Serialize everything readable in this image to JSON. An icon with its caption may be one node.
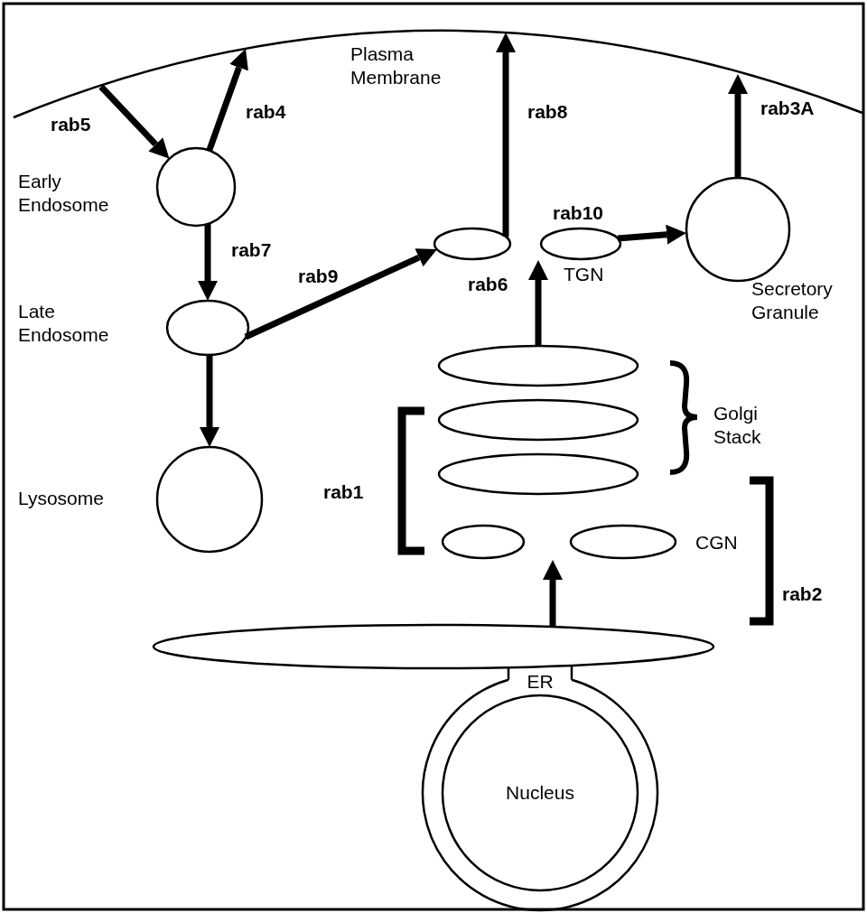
{
  "diagram": {
    "nodes": [
      {
        "text": [
          "Plasma Membrane"
        ]
      },
      {
        "text": [
          "Early Endosome"
        ]
      },
      {
        "text": [
          "Late Endosome"
        ]
      },
      {
        "text": [
          "Lysosome"
        ]
      },
      {
        "text": [
          "TGN"
        ]
      },
      {
        "text": [
          "Secretory Granule"
        ]
      },
      {
        "text": [
          "Golgi Stack"
        ]
      },
      {
        "text": [
          "CGN"
        ]
      },
      {
        "text": [
          "ER"
        ]
      },
      {
        "text": [
          "Nucleus"
        ]
      }
    ],
    "edges": [
      {
        "from": 0,
        "to": 1,
        "arrow": "to",
        "label": "rab5"
      },
      {
        "from": 1,
        "to": 0,
        "arrow": "to",
        "label": "rab4"
      },
      {
        "from": 1,
        "to": 2,
        "arrow": "to",
        "label": "rab7"
      },
      {
        "from": 2,
        "to": 3,
        "arrow": "to"
      },
      {
        "from": 2,
        "to": 4,
        "arrow": "to",
        "label": "rab9"
      },
      {
        "from": 4,
        "to": 0,
        "arrow": "to",
        "label": "rab8"
      },
      {
        "from": 4,
        "to": 5,
        "arrow": "to",
        "label": "rab10"
      },
      {
        "from": 5,
        "to": 0,
        "arrow": "to",
        "label": "rab3A"
      },
      {
        "from": 6,
        "to": 4,
        "arrow": "to",
        "label": "rab6"
      },
      {
        "from": 8,
        "to": 7,
        "arrow": "to"
      }
    ],
    "labels": [
      "rab1",
      "rab2"
    ]
  }
}
